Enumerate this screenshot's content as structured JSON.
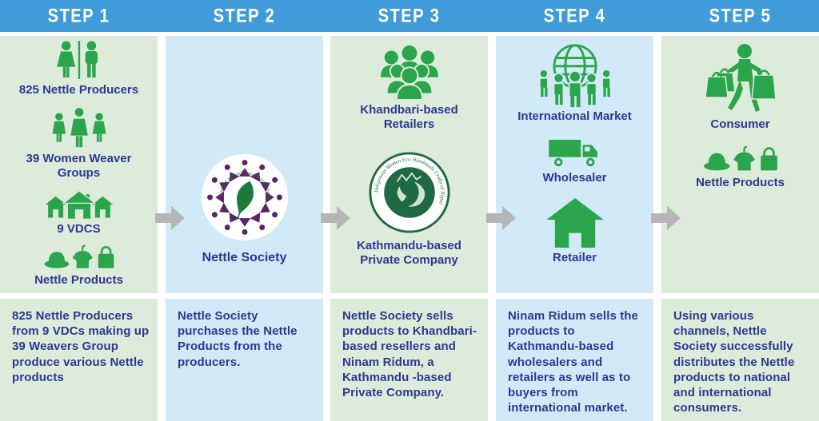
{
  "colors": {
    "header_blue": "#3F9CD9",
    "panel_light_green": "#DDEBDB",
    "panel_light_blue": "#D2E9F7",
    "icon_green": "#2AA54B",
    "text_navy": "#2B3990",
    "arrow_gray": "#B5B5B5",
    "logo_purple": "#5A2466",
    "ninam_dark_green": "#206A43"
  },
  "steps": [
    {
      "header": "STEP 1",
      "items": [
        {
          "icon": "man-woman-icon",
          "label": "825 Nettle Producers"
        },
        {
          "icon": "women-group-icon",
          "label": "39 Women Weaver Groups"
        },
        {
          "icon": "houses-icon",
          "label": "9 VDCS"
        },
        {
          "icon": "products-icon",
          "label": "Nettle Products"
        }
      ],
      "description": "825 Nettle Producers from 9 VDCs making up 39 Weavers Group produce various Nettle products"
    },
    {
      "header": "STEP 2",
      "items": [
        {
          "icon": "nettle-society-logo",
          "label": "Nettle Society"
        }
      ],
      "logo_ring_text": "A unified approach towards self-reliance",
      "description": "Nettle Society purchases the Nettle Products from the producers."
    },
    {
      "header": "STEP 3",
      "items": [
        {
          "icon": "crowd-icon",
          "label": "Khandbari-based Retailers"
        },
        {
          "icon": "ninam-logo",
          "label": "Kathmandu-based Private Company"
        }
      ],
      "logo_ring_text": "Indigenous Women Eco Handmade Crafts of Nepal",
      "description": "Nettle Society sells products to Khandbari-based resellers and Ninam Ridum, a Kathmandu -based Private Company."
    },
    {
      "header": "STEP 4",
      "items": [
        {
          "icon": "globe-people-icon",
          "label": "International Market"
        },
        {
          "icon": "truck-icon",
          "label": "Wholesaler"
        },
        {
          "icon": "house-icon",
          "label": "Retailer"
        }
      ],
      "description": "Ninam Ridum sells the products to Kathmandu-based wholesalers and retailers as well as to buyers from international market."
    },
    {
      "header": "STEP 5",
      "items": [
        {
          "icon": "shopper-icon",
          "label": "Consumer"
        },
        {
          "icon": "products-icon",
          "label": "Nettle Products"
        }
      ],
      "description": "Using various channels, Nettle Society successfully distributes the Nettle products to national and international consumers."
    }
  ]
}
